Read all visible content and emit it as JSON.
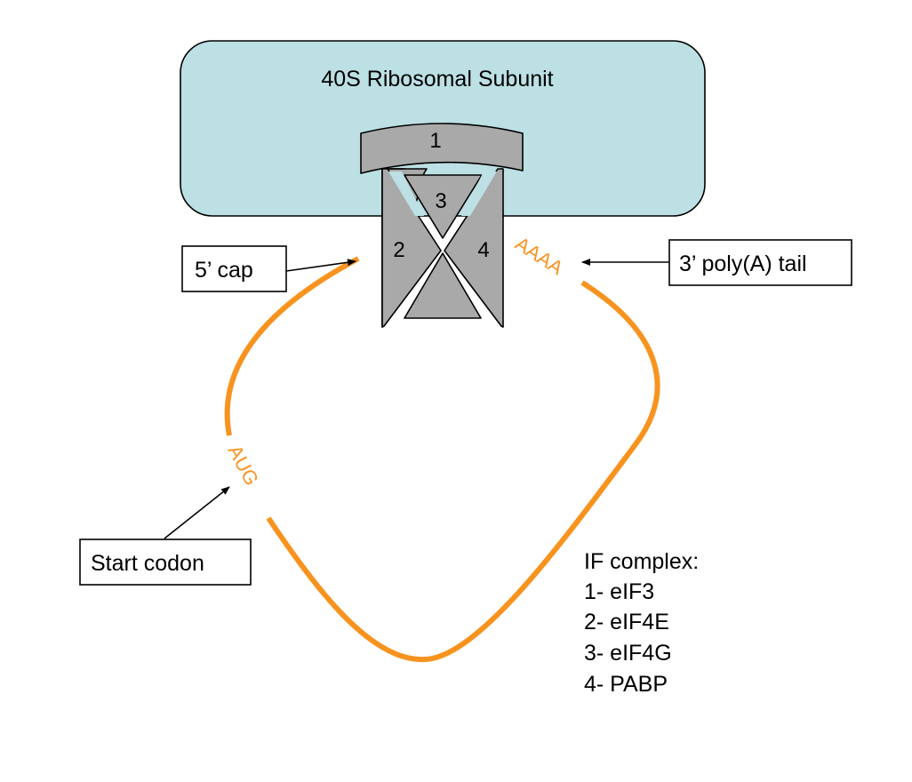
{
  "title": "40S Ribosomal Subunit",
  "colors": {
    "ribosome_fill": "#BCE0E4",
    "factor_fill": "#A9A9A9",
    "mrna": "#F7931E",
    "outline": "#000000",
    "background": "#FFFFFF"
  },
  "factors": {
    "f1": "1",
    "f2": "2",
    "f3": "3",
    "f4": "4"
  },
  "mrna": {
    "start_codon_seq": "AUG",
    "polya_seq": "AAAA"
  },
  "callouts": {
    "cap": "5’ cap",
    "tail": "3’ poly(A) tail",
    "start": "Start codon"
  },
  "legend": {
    "title": "IF complex:",
    "items": [
      "1- eIF3",
      "2- eIF4E",
      "3- eIF4G",
      "4- PABP"
    ]
  }
}
